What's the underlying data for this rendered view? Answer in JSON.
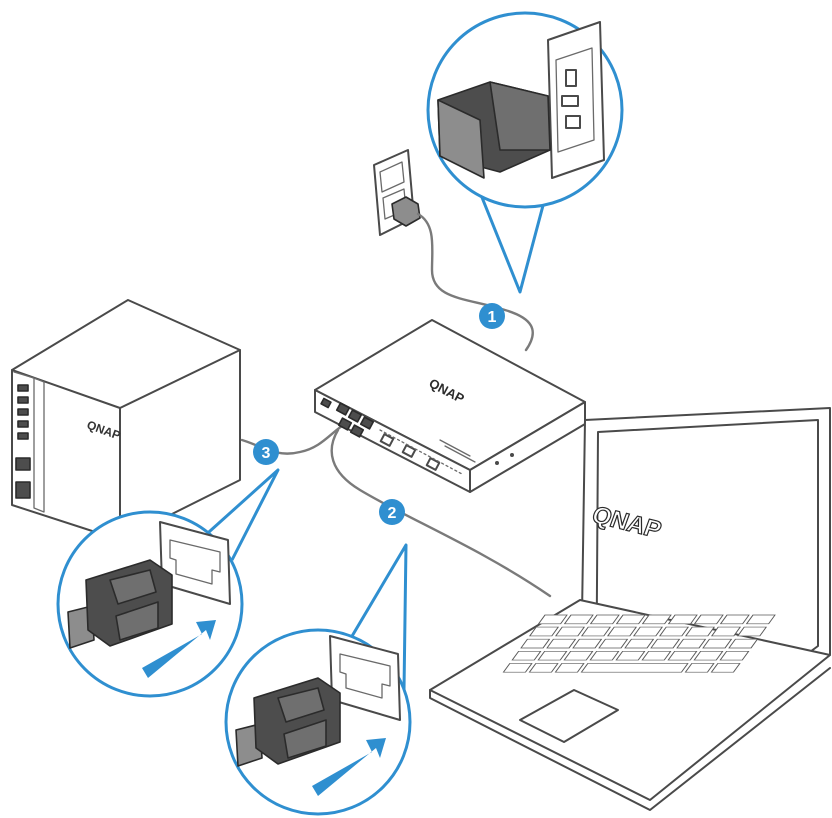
{
  "steps": [
    {
      "number": "1"
    },
    {
      "number": "2"
    },
    {
      "number": "3"
    }
  ],
  "branding": {
    "laptop_screen_logo": "QNAP",
    "device_logo": "QNAP",
    "nas_logo": "QNAP"
  },
  "colors": {
    "accent": "#2f8fd0",
    "line_art": "#4a4a4a",
    "plug": "#4d4d4d"
  }
}
